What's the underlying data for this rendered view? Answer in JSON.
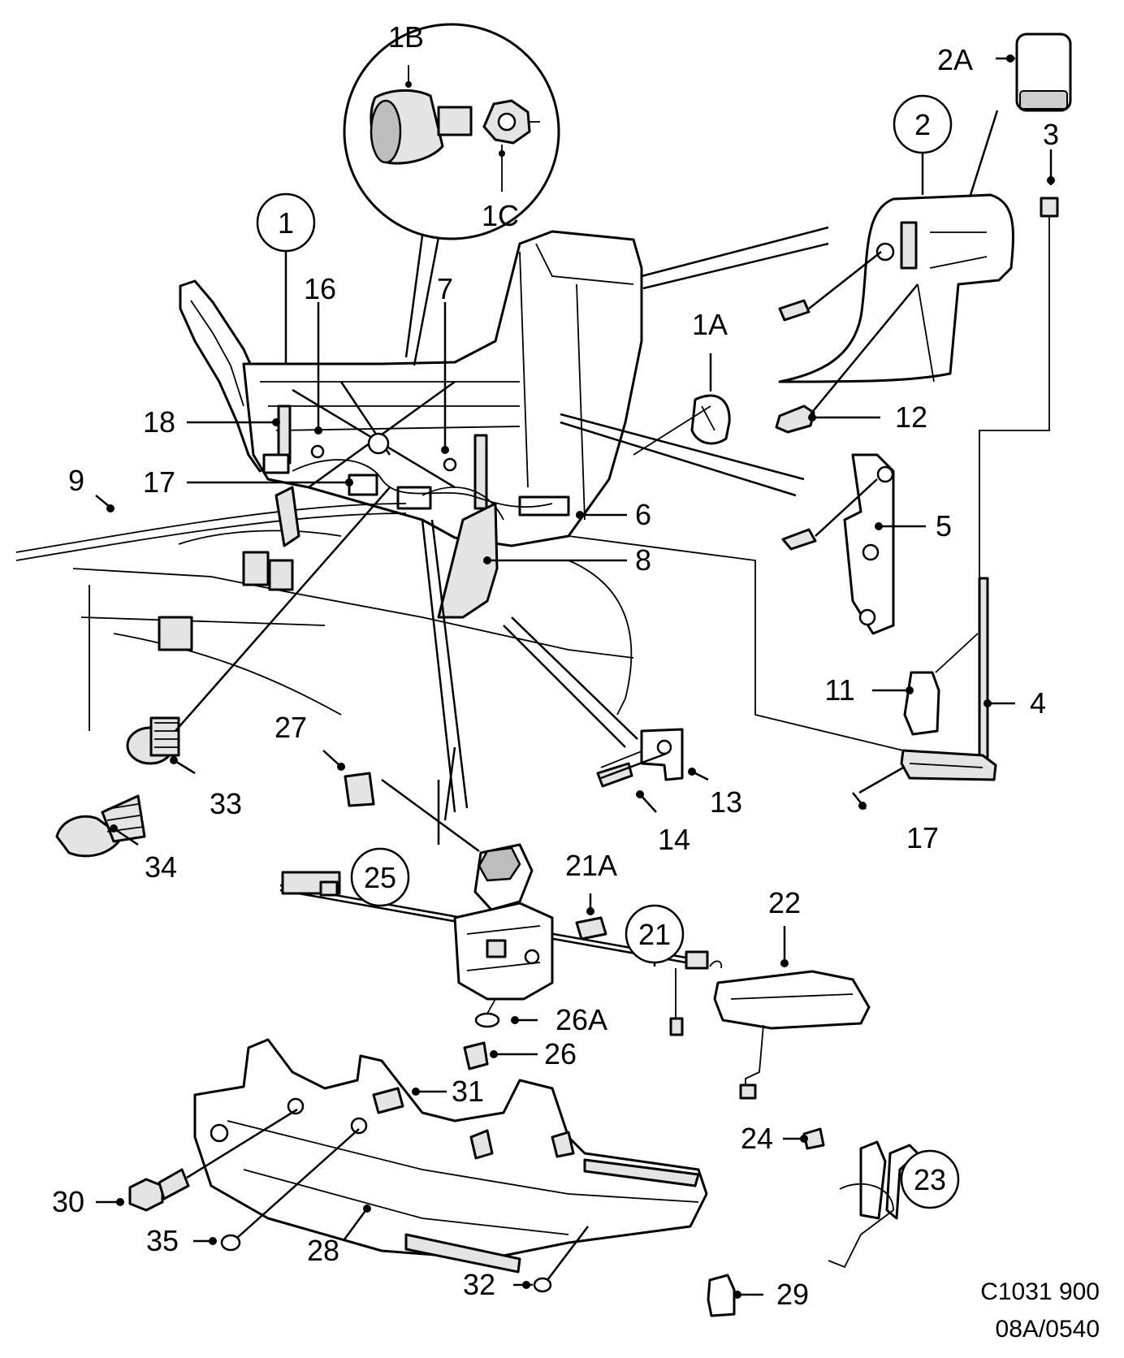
{
  "diagram": {
    "labels": {
      "l1": "1",
      "l1A": "1A",
      "l1B": "1B",
      "l1C": "1C",
      "l2": "2",
      "l2A": "2A",
      "l3": "3",
      "l4": "4",
      "l5": "5",
      "l6": "6",
      "l7": "7",
      "l8": "8",
      "l9": "9",
      "l11": "11",
      "l12": "12",
      "l13": "13",
      "l14": "14",
      "l16": "16",
      "l17a": "17",
      "l17b": "17",
      "l18": "18",
      "l21": "21",
      "l21A": "21A",
      "l22": "22",
      "l23": "23",
      "l24": "24",
      "l25": "25",
      "l26": "26",
      "l26A": "26A",
      "l27": "27",
      "l28": "28",
      "l29": "29",
      "l30": "30",
      "l31": "31",
      "l32": "32",
      "l33": "33",
      "l34": "34",
      "l35": "35"
    },
    "footer": {
      "code_line1": "C1031 900",
      "code_line2": "08A/0540"
    }
  }
}
